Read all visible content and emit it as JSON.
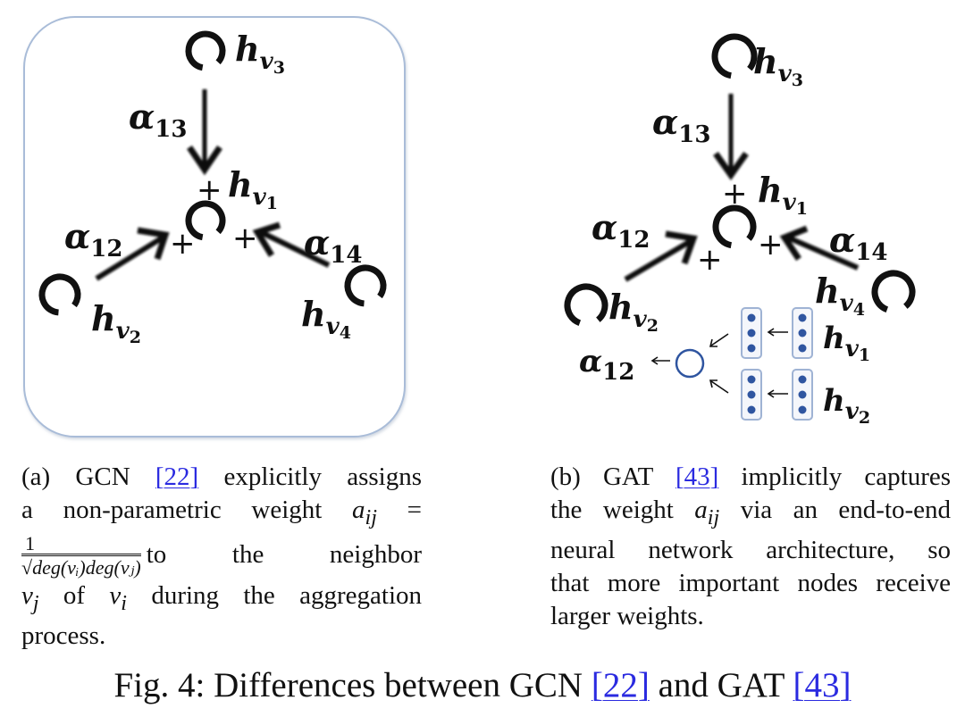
{
  "panel_a": {
    "nodes": {
      "v3": {
        "base": "h",
        "sub": "v",
        "subsub": "3"
      },
      "v1": {
        "base": "h",
        "sub": "v",
        "subsub": "1"
      },
      "v2": {
        "base": "h",
        "sub": "v",
        "subsub": "2"
      },
      "v4": {
        "base": "h",
        "sub": "v",
        "subsub": "4"
      }
    },
    "weights": {
      "a13": {
        "base": "α",
        "sub": "13"
      },
      "a12": {
        "base": "α",
        "sub": "12"
      },
      "a14": {
        "base": "α",
        "sub": "14"
      }
    },
    "plus": "+"
  },
  "panel_b": {
    "nodes": {
      "v3": {
        "base": "h",
        "sub": "v",
        "subsub": "3"
      },
      "v1": {
        "base": "h",
        "sub": "v",
        "subsub": "1"
      },
      "v2": {
        "base": "h",
        "sub": "v",
        "subsub": "2"
      },
      "v4": {
        "base": "h",
        "sub": "v",
        "subsub": "4"
      }
    },
    "weights": {
      "a13": {
        "base": "α",
        "sub": "13"
      },
      "a12": {
        "base": "α",
        "sub": "12"
      },
      "a14": {
        "base": "α",
        "sub": "14"
      }
    },
    "attention": {
      "output": {
        "base": "α",
        "sub": "12"
      },
      "input1": {
        "base": "h",
        "sub": "v",
        "subsub": "1"
      },
      "input2": {
        "base": "h",
        "sub": "v",
        "subsub": "2"
      }
    },
    "plus": "+"
  },
  "caption_a": {
    "prefix": "(a) GCN",
    "ref": "[22]",
    "line1_rest": "explicitly assigns",
    "line2": "a non-parametric weight",
    "aij": "a",
    "aij_sub": "ij",
    "eq": "=",
    "frac_num": "1",
    "frac_den": "√deg(vᵢ)deg(vⱼ)",
    "line3_rest": "to the neighbor",
    "vj": "v",
    "vj_sub": "j",
    "of": "of",
    "vi": "v",
    "vi_sub": "i",
    "line4_rest": "during the aggregation",
    "line5": "process."
  },
  "caption_b": {
    "prefix": "(b) GAT",
    "ref": "[43]",
    "line1_rest": "implicitly captures",
    "line2_pre": "the weight",
    "aij": "a",
    "aij_sub": "ij",
    "line2_rest": "via an end-to-end",
    "line3": "neural network architecture, so",
    "line4": "that more important nodes receive",
    "line5": "larger weights."
  },
  "figure_title": {
    "prefix": "Fig. 4: Differences between GCN",
    "ref1": "[22]",
    "mid": "and GAT",
    "ref2": "[43]"
  },
  "colors": {
    "panel_border": "#a9bcd8",
    "link": "#2a2ae0",
    "attention_blue": "#2f55a0"
  }
}
